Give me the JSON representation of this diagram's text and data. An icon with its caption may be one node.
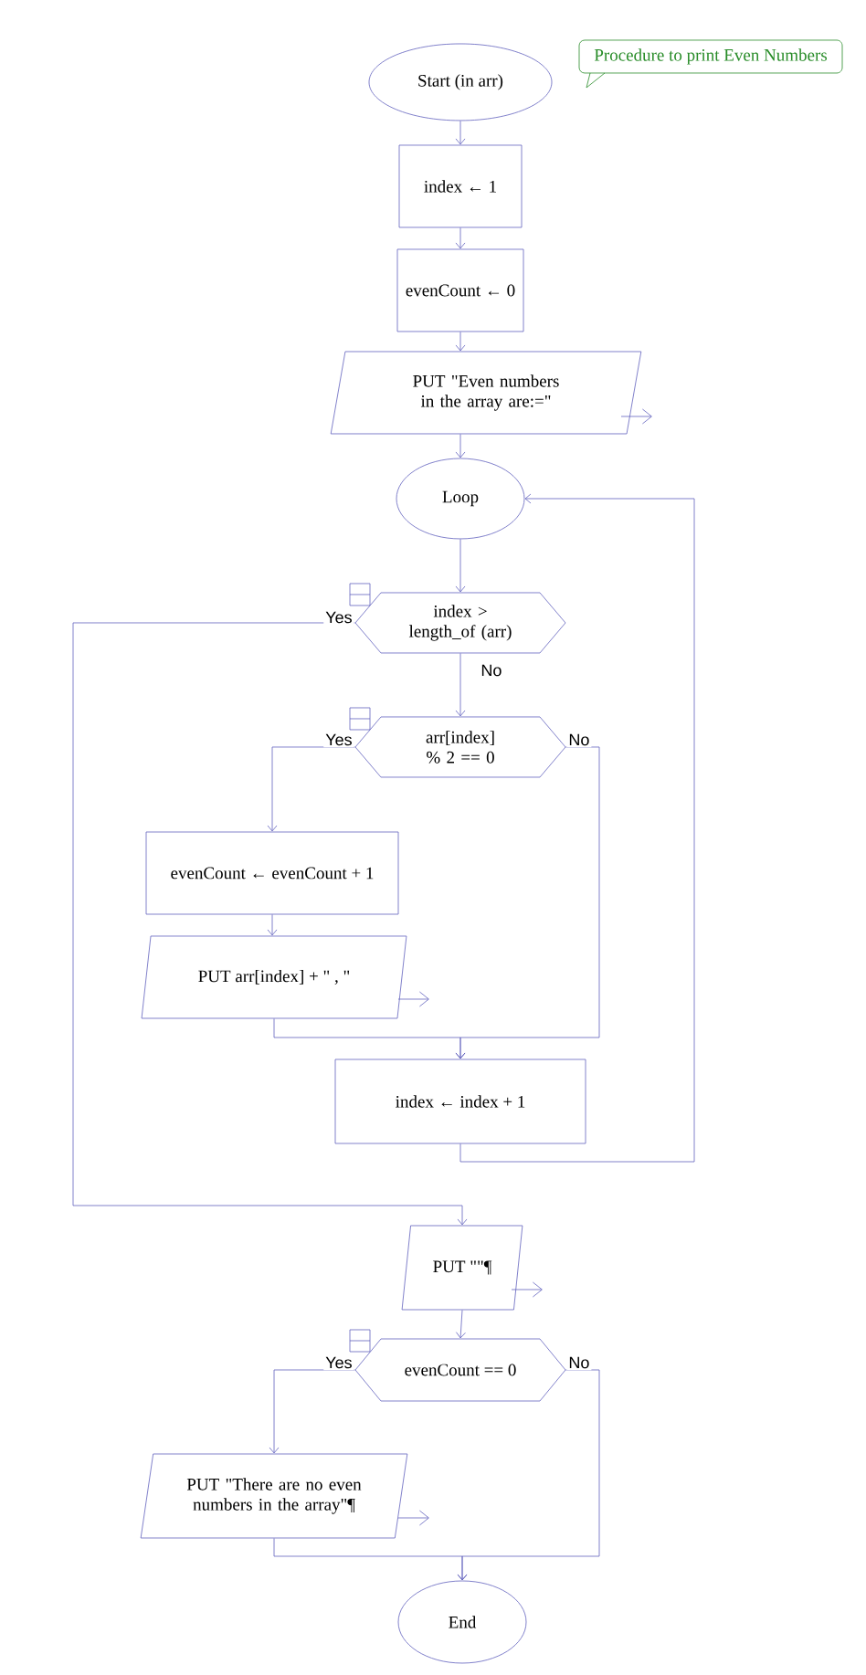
{
  "diagram": {
    "nodes": [
      {
        "text": [
          "Procedure to print Even Numbers"
        ]
      },
      {
        "text": [
          "Start (in arr)"
        ]
      },
      {
        "text": [
          "index ← 1"
        ]
      },
      {
        "text": [
          "evenCount ← 0"
        ]
      },
      {
        "text": [
          "PUT \"Even numbers in the array are:=\""
        ]
      },
      {
        "text": [
          "Loop"
        ]
      },
      {
        "text": [
          "index > length_of (arr)"
        ]
      },
      {
        "text": [
          "arr[index] % 2 == 0"
        ]
      },
      {
        "text": [
          "evenCount ← evenCount  +  1"
        ]
      },
      {
        "text": [
          "PUT arr[index]  +  \" , \""
        ]
      },
      {
        "text": [
          "index ← index  +  1"
        ]
      },
      {
        "text": [
          "PUT \"\"¶"
        ]
      },
      {
        "text": [
          "evenCount == 0"
        ]
      },
      {
        "text": [
          "PUT \"There are no even numbers in the array\"¶"
        ]
      },
      {
        "text": [
          "End"
        ]
      }
    ],
    "edges": [
      {
        "from": 1,
        "to": 2,
        "arrow": "to"
      },
      {
        "from": 2,
        "to": 3,
        "arrow": "to"
      },
      {
        "from": 3,
        "to": 4,
        "arrow": "to"
      },
      {
        "from": 4,
        "to": 5,
        "arrow": "to"
      },
      {
        "from": 5,
        "to": 6,
        "arrow": "to"
      },
      {
        "from": 6,
        "to": 7,
        "arrow": "to",
        "label": "No"
      },
      {
        "from": 6,
        "to": 11,
        "arrow": "to",
        "label": "Yes"
      },
      {
        "from": 7,
        "to": 8,
        "arrow": "to",
        "label": "Yes"
      },
      {
        "from": 8,
        "to": 9,
        "arrow": "to"
      },
      {
        "from": 9,
        "to": 10,
        "arrow": "to"
      },
      {
        "from": 7,
        "to": 10,
        "arrow": "to",
        "label": "No"
      },
      {
        "from": 10,
        "to": 5,
        "arrow": "to"
      },
      {
        "from": 11,
        "to": 12,
        "arrow": "to"
      },
      {
        "from": 12,
        "to": 13,
        "arrow": "to",
        "label": "Yes"
      },
      {
        "from": 12,
        "to": 14,
        "arrow": "to",
        "label": "No"
      },
      {
        "from": 13,
        "to": 14,
        "arrow": "to"
      }
    ]
  }
}
